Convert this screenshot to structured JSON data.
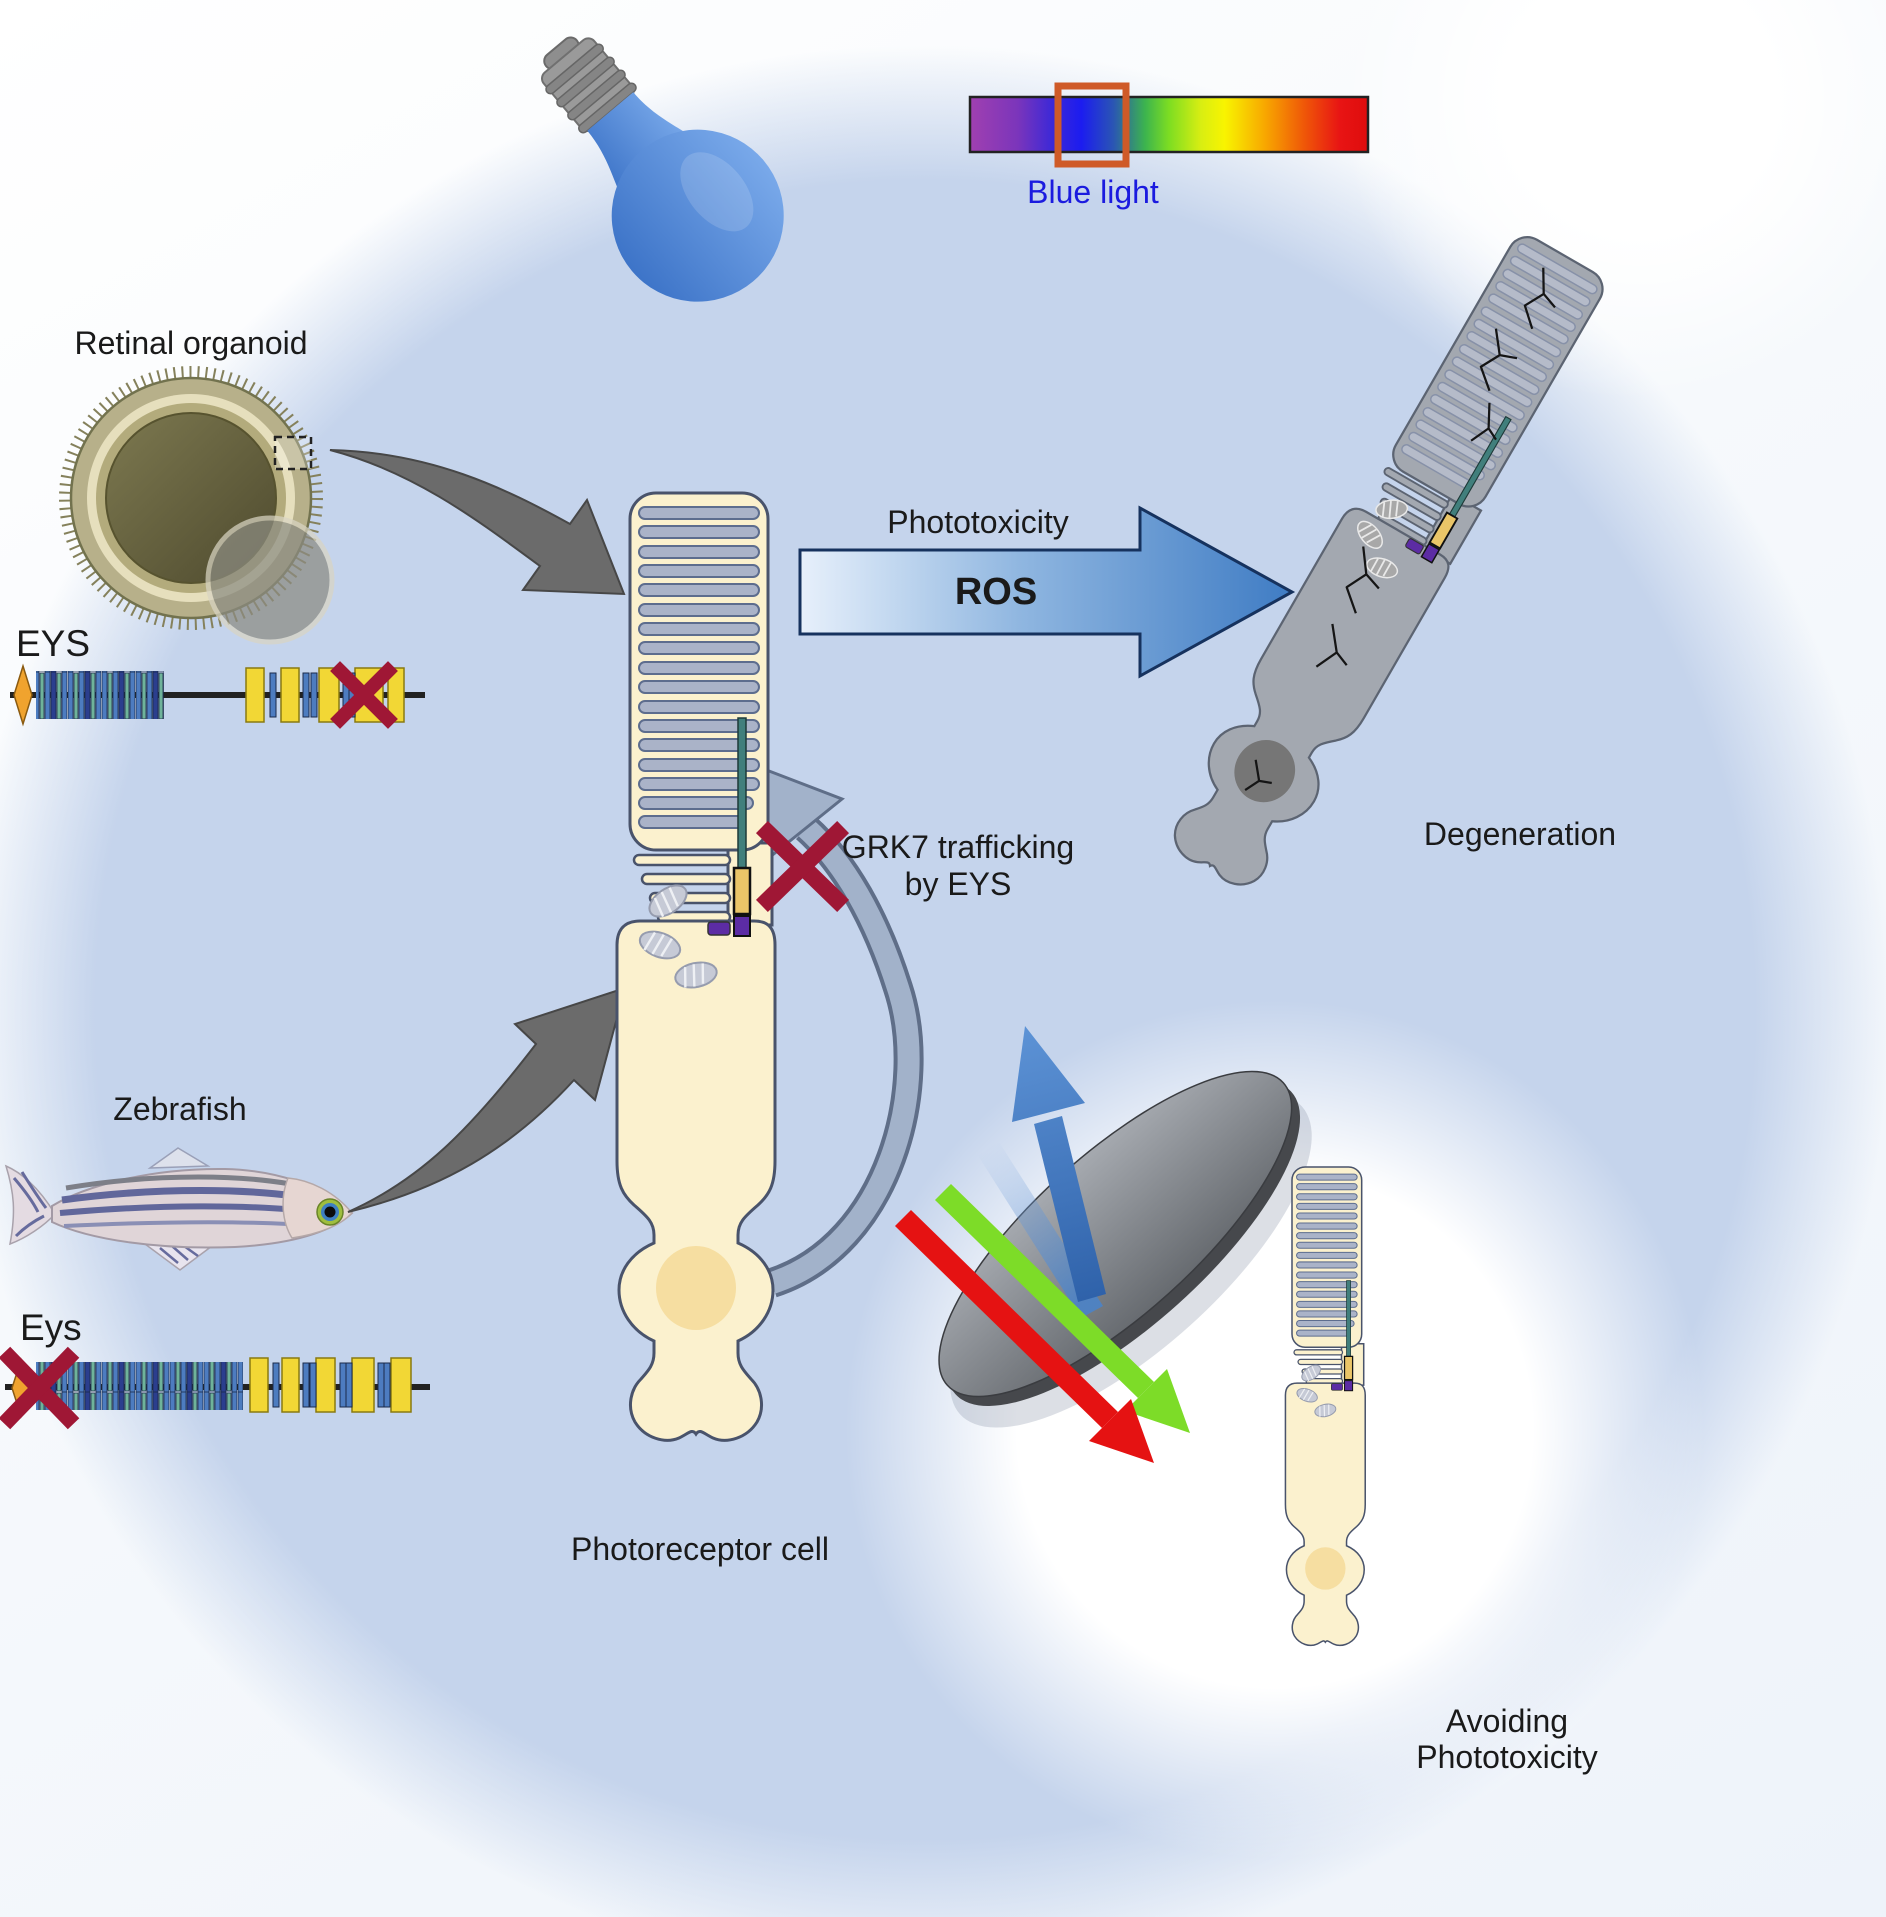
{
  "colors": {
    "background_circle": "#c5d4ec",
    "blue_light_text": "#1b1bdf",
    "spectrum_highlight": "#cf5a28",
    "mutation_x": "#9f1735",
    "cell_body": "#fbf1ce",
    "cell_outline": "#49536b",
    "disc_fill": "#aab3c8",
    "disc_outline": "#5d6d8e",
    "degenerated_cell": "#a3a3a3",
    "ros_arrow_blue": "#3f7cc4",
    "gray_arrow": "#6b6b6b",
    "recycle_arrow": "#a2b2ca",
    "exon_blue": "#4d7cc0",
    "exon_teal": "#6fb39a",
    "exon_navy": "#2b3e8e",
    "exon_yellow": "#f2d735",
    "utr_diamond_orange": "#f0a32e",
    "cilium_teal": "#417f7c",
    "grk7_yellow": "#eac568",
    "rhodopsin_purple": "#5c2ca4",
    "blue_ray": "#3a6fb8",
    "green_ray": "#7ddc28",
    "red_ray": "#e51212",
    "bulb_blue": "#4a82d6"
  },
  "labels": {
    "blue_light": "Blue light",
    "retinal_organoid": "Retinal organoid",
    "human_gene": "EYS",
    "zebrafish": "Zebrafish",
    "zebrafish_gene": "Eys",
    "phototoxicity": "Phototoxicity",
    "ros": "ROS",
    "grk7_line1": "GRK7 trafficking",
    "grk7_line2": "by EYS",
    "degeneration": "Degeneration",
    "photoreceptor_cell": "Photoreceptor cell",
    "avoiding_line1": "Avoiding",
    "avoiding_line2": "Phototoxicity"
  }
}
